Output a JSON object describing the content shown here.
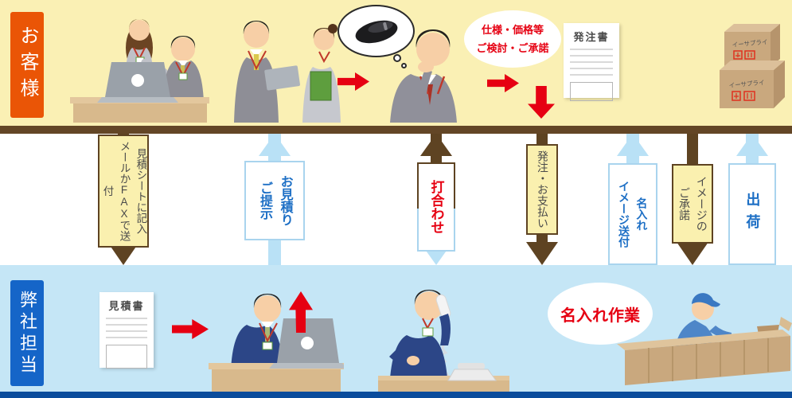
{
  "lanes": {
    "customer": {
      "label": "お客様"
    },
    "company": {
      "label": "弊社担当"
    }
  },
  "flow_steps": [
    {
      "id": "quote-sheet",
      "label": "見積シートに記入\nメールかFAXで送付",
      "direction": "down"
    },
    {
      "id": "quote-presentation",
      "label": "お見積り\nご提示",
      "direction": "up"
    },
    {
      "id": "meeting",
      "label": "打合わせ",
      "direction": "both"
    },
    {
      "id": "order-payment",
      "label": "発注・お支払い",
      "direction": "down"
    },
    {
      "id": "imprint-image-send",
      "label": "名入れ\nイメージ送付",
      "direction": "up"
    },
    {
      "id": "image-approval",
      "label": "イメージの\nご承諾",
      "direction": "down"
    },
    {
      "id": "shipping",
      "label": "出荷",
      "direction": "up"
    }
  ],
  "callouts": {
    "review_approval": "仕様・価格等\nご検討・ご承諾",
    "imprint_work": "名入れ作業"
  },
  "documents": {
    "order_form": "発注書",
    "quotation": "見積書"
  },
  "package_brand": "イーサプライ",
  "colors": {
    "customer_band": "#FAF0B4",
    "company_band": "#C5E6F6",
    "divider_brown": "#634626",
    "footer_blue": "#0A4C9C",
    "customer_label_bg": "#EA5506",
    "company_label_bg": "#1565C8",
    "arrow_brown": "#5E4322",
    "arrow_blue": "#B9E1F6",
    "accent_red": "#E60012",
    "blue_text": "#1D6FC5",
    "box_yellow": "#FAF0AF"
  },
  "illustrations": {
    "customer_pair_desk": "customers-at-laptop-icon",
    "customer_pair_standing": "customers-with-tablet-icon",
    "customer_thinking": "thinking-customer-icon",
    "thought_mouse": "mouse-icon",
    "supply_boxes": "stacked-boxes-icon",
    "staff_laptop": "staff-at-laptop-icon",
    "staff_phone": "staff-on-phone-icon",
    "imprint_worker": "packing-worker-icon"
  }
}
